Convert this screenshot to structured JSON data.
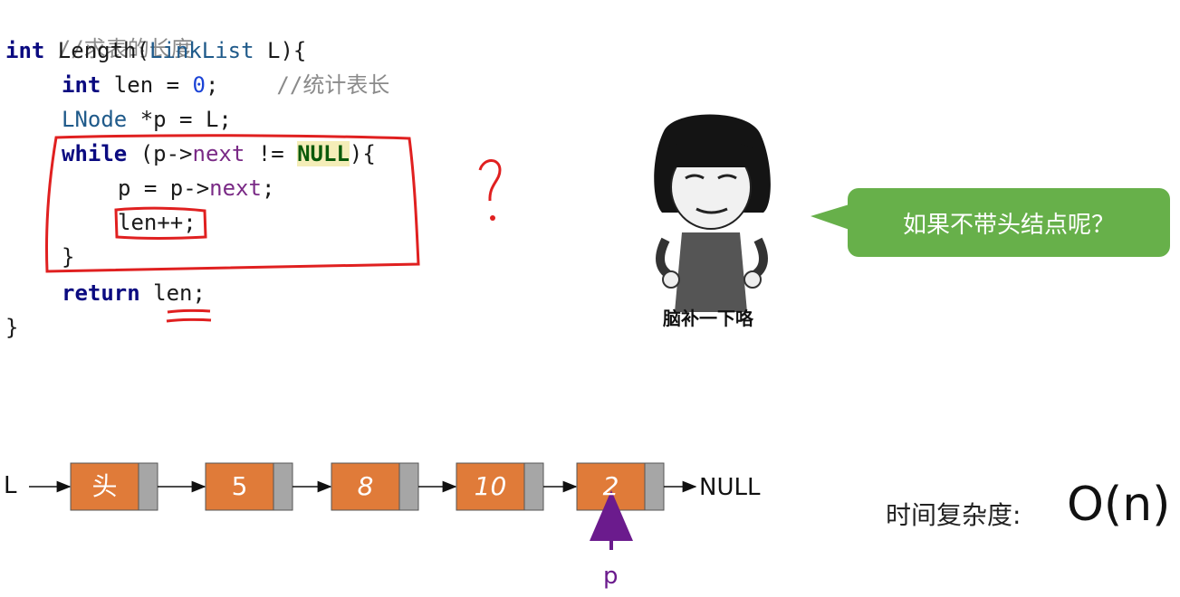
{
  "code": {
    "comment_title": "//求表的长度",
    "line1": {
      "kw": "int",
      "rest1": " Length(",
      "type": "LinkList",
      "rest2": " L){"
    },
    "line2": {
      "kw": "int",
      "rest1": " len = ",
      "num": "0",
      "rest2": ";",
      "comment": "//统计表长"
    },
    "line3": {
      "type": "LNode",
      "rest": " *p = L;"
    },
    "line4": {
      "kw": "while",
      "rest1": " (p->",
      "field": "next",
      "rest2": " != ",
      "null": "NULL",
      "rest3": "){"
    },
    "line5": {
      "rest1": "p = p->",
      "field": "next",
      "rest2": ";"
    },
    "line6": {
      "text": "len++;"
    },
    "line7": {
      "text": "}"
    },
    "line8": {
      "kw": "return",
      "rest": " len;"
    },
    "line9": {
      "text": "}"
    }
  },
  "annotation": {
    "question_mark": "?"
  },
  "meme": {
    "caption": "脑补一下咯"
  },
  "bubble": {
    "text": "如果不带头结点呢？"
  },
  "diagram": {
    "head_pointer": "L",
    "nodes": [
      {
        "value": "头"
      },
      {
        "value": "5"
      },
      {
        "value": "8"
      },
      {
        "value": "10"
      },
      {
        "value": "2"
      }
    ],
    "terminator": "NULL",
    "pointer_label": "p",
    "colors": {
      "node_fill": "#e07b39",
      "pointer_cell": "#a6a6a6",
      "annotation": "#e02020",
      "p_arrow": "#6b1b8d",
      "bubble": "#67b04a"
    }
  },
  "complexity": {
    "label": "时间复杂度:",
    "value": "O(n)"
  }
}
